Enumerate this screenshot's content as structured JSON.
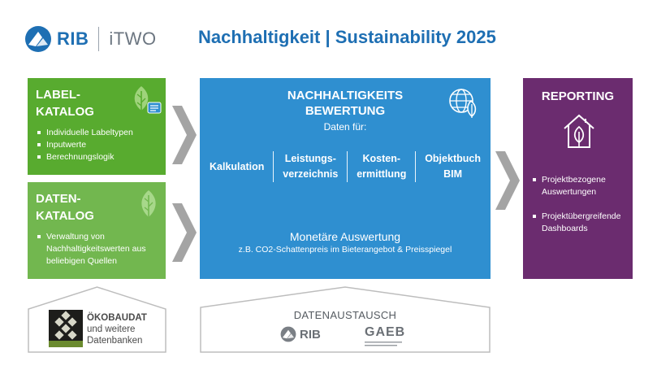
{
  "header": {
    "logo_rib": "RIB",
    "logo_itwo": "iTWO",
    "title": "Nachhaltigkeit | Sustainability  2025"
  },
  "label_katalog": {
    "title_line1": "LABEL-",
    "title_line2": "KATALOG",
    "bullets": [
      "Individuelle Labeltypen",
      "Inputwerte",
      "Berechnungslogik"
    ],
    "color": "#58ab2f"
  },
  "daten_katalog": {
    "title_line1": "DATEN-",
    "title_line2": "KATALOG",
    "bullets": [
      "Verwaltung von Nachhaltigkeitswerten aus beliebigen Quellen"
    ],
    "color": "#72b74f"
  },
  "bewertung": {
    "title_line1": "NACHHALTIGKEITS",
    "title_line2": "BEWERTUNG",
    "subtitle": "Daten für:",
    "columns": [
      {
        "line1": "Kalkulation",
        "line2": ""
      },
      {
        "line1": "Leistungs-",
        "line2": "verzeichnis"
      },
      {
        "line1": "Kosten-",
        "line2": "ermittlung"
      },
      {
        "line1": "Objektbuch",
        "line2": "BIM"
      }
    ],
    "money_title": "Monetäre Auswertung",
    "money_sub": "z.B. CO2-Schattenpreis im Bieterangebot & Preisspiegel",
    "color": "#2f8fd0"
  },
  "reporting": {
    "title": "REPORTING",
    "bullets": [
      "Projektbezogene Auswertungen",
      "Projektübergreifende Dashboards"
    ],
    "color": "#6b2c6f"
  },
  "bottom_left": {
    "line1": "ÖKOBAUDAT",
    "line2": "und weitere",
    "line3": "Datenbanken"
  },
  "bottom_middle": {
    "title": "DATENAUSTAUSCH",
    "rib": "RIB",
    "gaeb": "GAEB"
  }
}
